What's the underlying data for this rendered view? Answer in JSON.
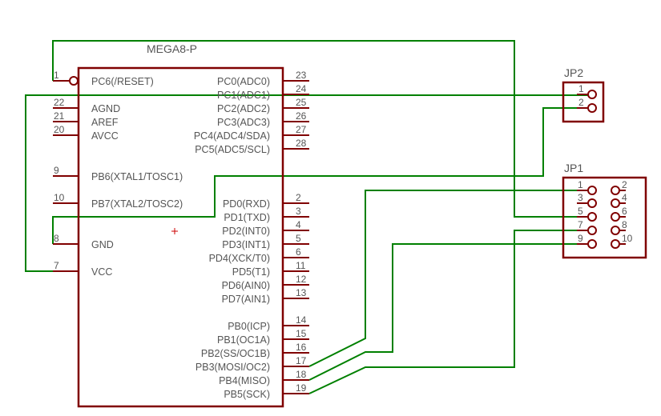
{
  "chip": {
    "name": "MEGA8-P",
    "left_pins": [
      {
        "num": "1",
        "label": "PC6(/RESET)"
      },
      {
        "num": "22",
        "label": "AGND"
      },
      {
        "num": "21",
        "label": "AREF"
      },
      {
        "num": "20",
        "label": "AVCC"
      },
      {
        "num": "9",
        "label": "PB6(XTAL1/TOSC1)"
      },
      {
        "num": "10",
        "label": "PB7(XTAL2/TOSC2)"
      },
      {
        "num": "8",
        "label": "GND"
      },
      {
        "num": "7",
        "label": "VCC"
      }
    ],
    "right_pins": [
      {
        "num": "23",
        "label": "PC0(ADC0)"
      },
      {
        "num": "24",
        "label": "PC1(ADC1)"
      },
      {
        "num": "25",
        "label": "PC2(ADC2)"
      },
      {
        "num": "26",
        "label": "PC3(ADC3)"
      },
      {
        "num": "27",
        "label": "PC4(ADC4/SDA)"
      },
      {
        "num": "28",
        "label": "PC5(ADC5/SCL)"
      },
      {
        "num": "2",
        "label": "PD0(RXD)"
      },
      {
        "num": "3",
        "label": "PD1(TXD)"
      },
      {
        "num": "4",
        "label": "PD2(INT0)"
      },
      {
        "num": "5",
        "label": "PD3(INT1)"
      },
      {
        "num": "6",
        "label": "PD4(XCK/T0)"
      },
      {
        "num": "11",
        "label": "PD5(T1)"
      },
      {
        "num": "12",
        "label": "PD6(AIN0)"
      },
      {
        "num": "13",
        "label": "PD7(AIN1)"
      },
      {
        "num": "14",
        "label": "PB0(ICP)"
      },
      {
        "num": "15",
        "label": "PB1(OC1A)"
      },
      {
        "num": "16",
        "label": "PB2(SS/OC1B)"
      },
      {
        "num": "17",
        "label": "PB3(MOSI/OC2)"
      },
      {
        "num": "18",
        "label": "PB4(MISO)"
      },
      {
        "num": "19",
        "label": "PB5(SCK)"
      }
    ]
  },
  "jp2": {
    "name": "JP2",
    "pins": [
      "1",
      "2"
    ]
  },
  "jp1": {
    "name": "JP1",
    "pins": [
      "1",
      "2",
      "3",
      "4",
      "5",
      "6",
      "7",
      "8",
      "9",
      "10"
    ]
  },
  "colors": {
    "body": "#800000",
    "wire": "#008000",
    "pin_line": "#800000",
    "text": "#555555",
    "origin": "#cc0000"
  }
}
